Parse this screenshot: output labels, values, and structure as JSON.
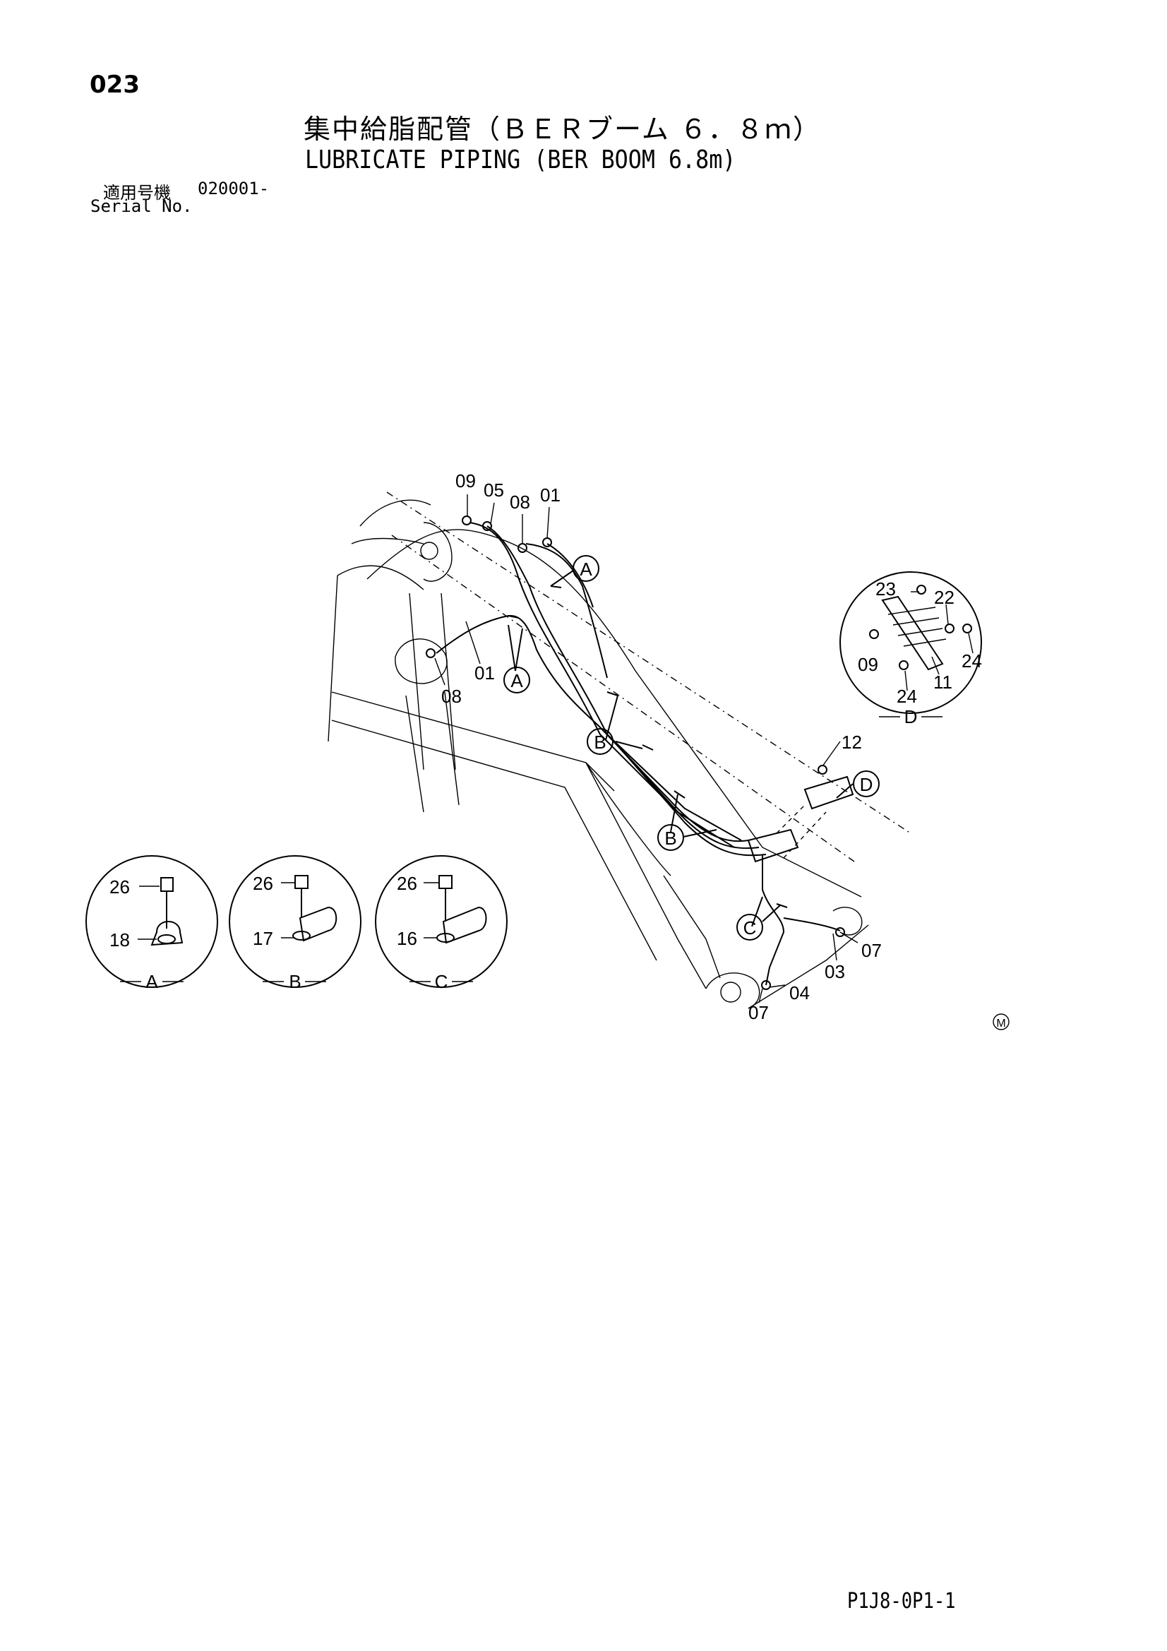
{
  "page": {
    "number": "023",
    "title_jp": "集中給脂配管（ＢＥＲブーム ６．８ｍ）",
    "title_en": "LUBRICATE PIPING (BER BOOM 6.8m)",
    "serial_label_jp": "適用号機",
    "serial_value": "020001-",
    "serial_label_en": "Serial No.",
    "doc_code": "P1J8-0P1-1",
    "mark": "M"
  },
  "callouts": {
    "c09_top": "09",
    "c05": "05",
    "c08_top": "08",
    "c01_top": "01",
    "c01_mid": "01",
    "c08_left": "08",
    "c12": "12",
    "c07_right": "07",
    "c03": "03",
    "c04": "04",
    "c07_bottom": "07",
    "d23": "23",
    "d22": "22",
    "d09": "09",
    "d11": "11",
    "d24_right": "24",
    "d24_bottom": "24",
    "a26": "26",
    "a18": "18",
    "b26": "26",
    "b17": "17",
    "c26": "26",
    "c16": "16"
  },
  "markers": {
    "a_upper": "A",
    "a_lower": "A",
    "b_upper": "B",
    "b_lower": "B",
    "c_marker": "C",
    "d_marker": "D"
  },
  "detail_labels": {
    "a": "A",
    "b": "B",
    "c": "C",
    "d": "D"
  }
}
